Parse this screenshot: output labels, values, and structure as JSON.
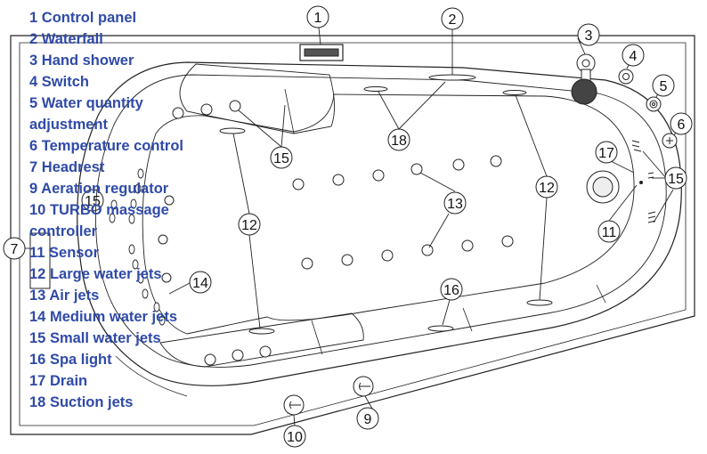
{
  "legend": [
    {
      "num": "1",
      "label": "Control panel"
    },
    {
      "num": "2",
      "label": "Waterfall"
    },
    {
      "num": "3",
      "label": "Hand shower"
    },
    {
      "num": "4",
      "label": "Switch"
    },
    {
      "num": "5",
      "label": "Water quantity adjustment"
    },
    {
      "num": "6",
      "label": "Temperature control"
    },
    {
      "num": "7",
      "label": "Headrest"
    },
    {
      "num": "9",
      "label": "Aeration regulator"
    },
    {
      "num": "10",
      "label": "TURBO massage controller"
    },
    {
      "num": "11",
      "label": "Sensor"
    },
    {
      "num": "12",
      "label": "Large water jets"
    },
    {
      "num": "13",
      "label": "Air jets"
    },
    {
      "num": "14",
      "label": "Medium water jets"
    },
    {
      "num": "15",
      "label": "Small water jets"
    },
    {
      "num": "16",
      "label": "Spa light"
    },
    {
      "num": "17",
      "label": "Drain"
    },
    {
      "num": "18",
      "label": "Suction jets"
    }
  ],
  "callouts": {
    "c1": "1",
    "c2": "2",
    "c3": "3",
    "c4": "4",
    "c5": "5",
    "c6": "6",
    "c7": "7",
    "c9": "9",
    "c10": "10",
    "c11": "11",
    "c12a": "12",
    "c12b": "12",
    "c13": "13",
    "c14": "14",
    "c15a": "15",
    "c15b": "15",
    "c15c": "15",
    "c16": "16",
    "c17": "17",
    "c18": "18"
  }
}
